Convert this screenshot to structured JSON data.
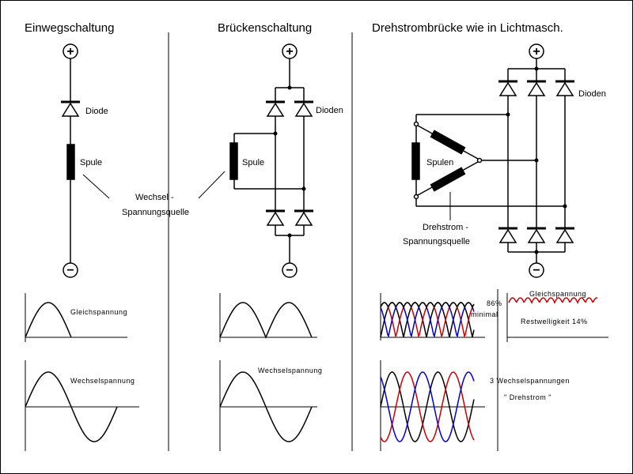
{
  "headings": {
    "half_wave": "Einwegschaltung",
    "bridge": "Brückenschaltung",
    "three_phase": "Drehstrombrücke wie in Lichtmasch."
  },
  "labels": {
    "diode": "Diode",
    "coil_1": "Spule",
    "diodes_bridge": "Dioden",
    "coil_2": "Spule",
    "diodes_three_phase": "Dioden",
    "coils": "Spulen",
    "ac_source_line1": "Wechsel -",
    "ac_source_line2": "Spannungsquelle",
    "three_phase_source_line1": "Drehstrom -",
    "three_phase_source_line2": "Spannungsquelle"
  },
  "terminals": {
    "plus": "+",
    "minus": "−"
  },
  "waveform_labels": {
    "dc_voltage_half": "Gleichspannung",
    "ac_voltage_half": "Wechselspannung",
    "ac_voltage_bridge": "Wechselspannung",
    "percent_86": "86%",
    "minimal": "minimal",
    "dc_voltage_3p": "Gleichspannung",
    "ripple": "Restwelligkeit 14%",
    "three_ac": "3 Wechselspannungen",
    "drehstrom": "\" Drehstrom \""
  },
  "colors": {
    "line": "#000000",
    "phase_red": "#cc0000",
    "phase_blue": "#0000cc"
  }
}
